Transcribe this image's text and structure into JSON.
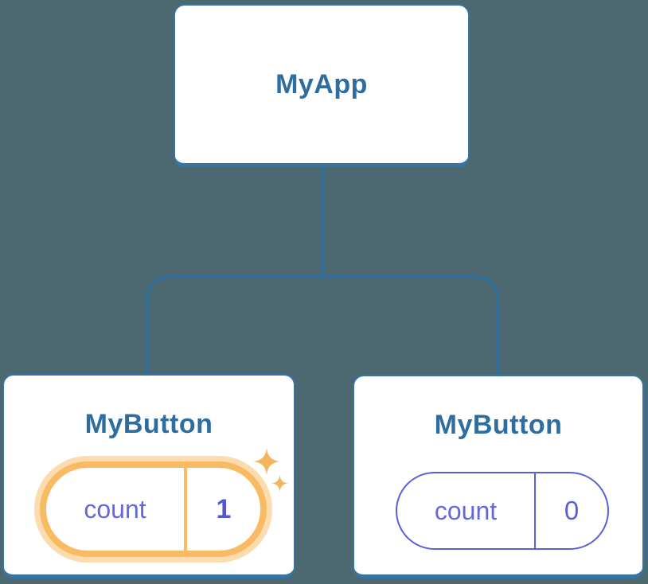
{
  "diagram": {
    "root": {
      "label": "MyApp"
    },
    "children": [
      {
        "label": "MyButton",
        "state": {
          "name": "count",
          "value": "1"
        },
        "highlighted": true
      },
      {
        "label": "MyButton",
        "state": {
          "name": "count",
          "value": "0"
        },
        "highlighted": false
      }
    ]
  },
  "icons": {
    "sparkles": "sparkle-icon"
  },
  "colors": {
    "background": "#4c6972",
    "card_fill": "#ffffff",
    "card_border": "#3474a6",
    "connector_line": "#2e6f9e",
    "title_text": "#2e6da0",
    "state_border_purple": "#5a5fd8",
    "state_text_purple": "#6468dc",
    "state_value_purple": "#5457ce",
    "highlight_orange": "#f8ba62",
    "highlight_glow": "#fcdcae",
    "sparkle_orange": "#f6b45c"
  }
}
